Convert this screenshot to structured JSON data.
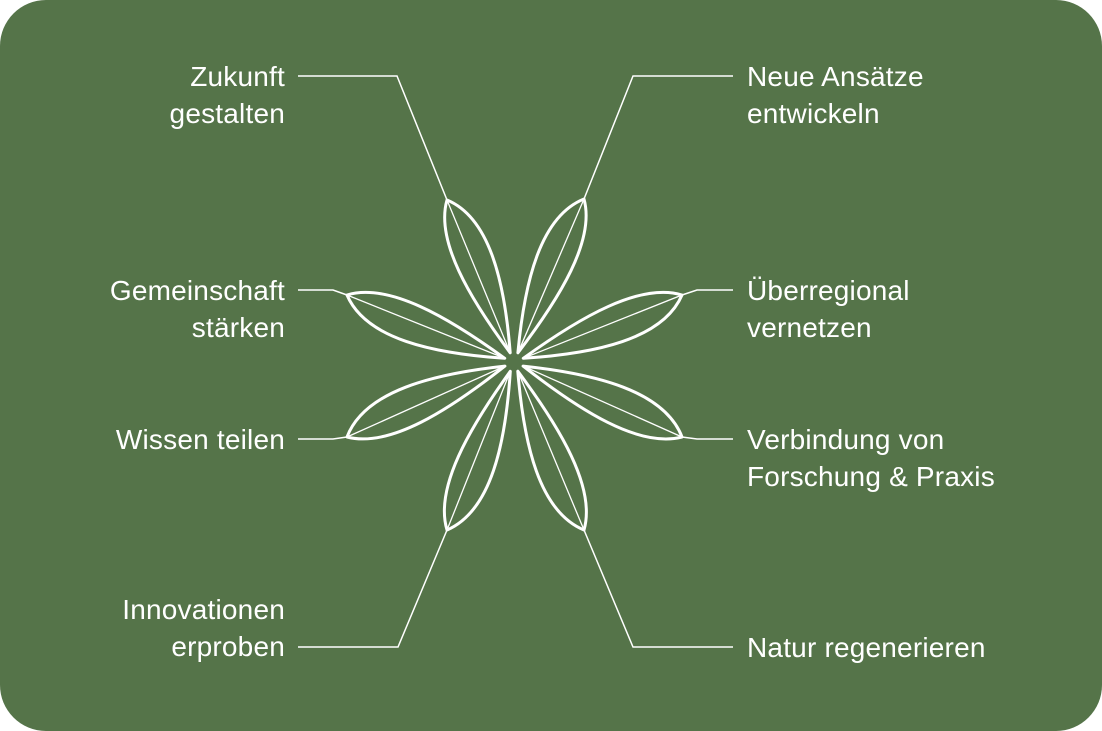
{
  "colors": {
    "background": "#557449",
    "foreground": "#ffffff"
  },
  "labels": {
    "top_left": "Zukunft\ngestalten",
    "top_right": "Neue Ansätze\nentwickeln",
    "mid_upper_left": "Gemeinschaft\nstärken",
    "mid_upper_right": "Überregional\nvernetzen",
    "mid_lower_left": "Wissen teilen",
    "mid_lower_right": "Verbindung von\nForschung & Praxis",
    "bottom_left": "Innovationen\nerproben",
    "bottom_right": "Natur regenerieren"
  }
}
